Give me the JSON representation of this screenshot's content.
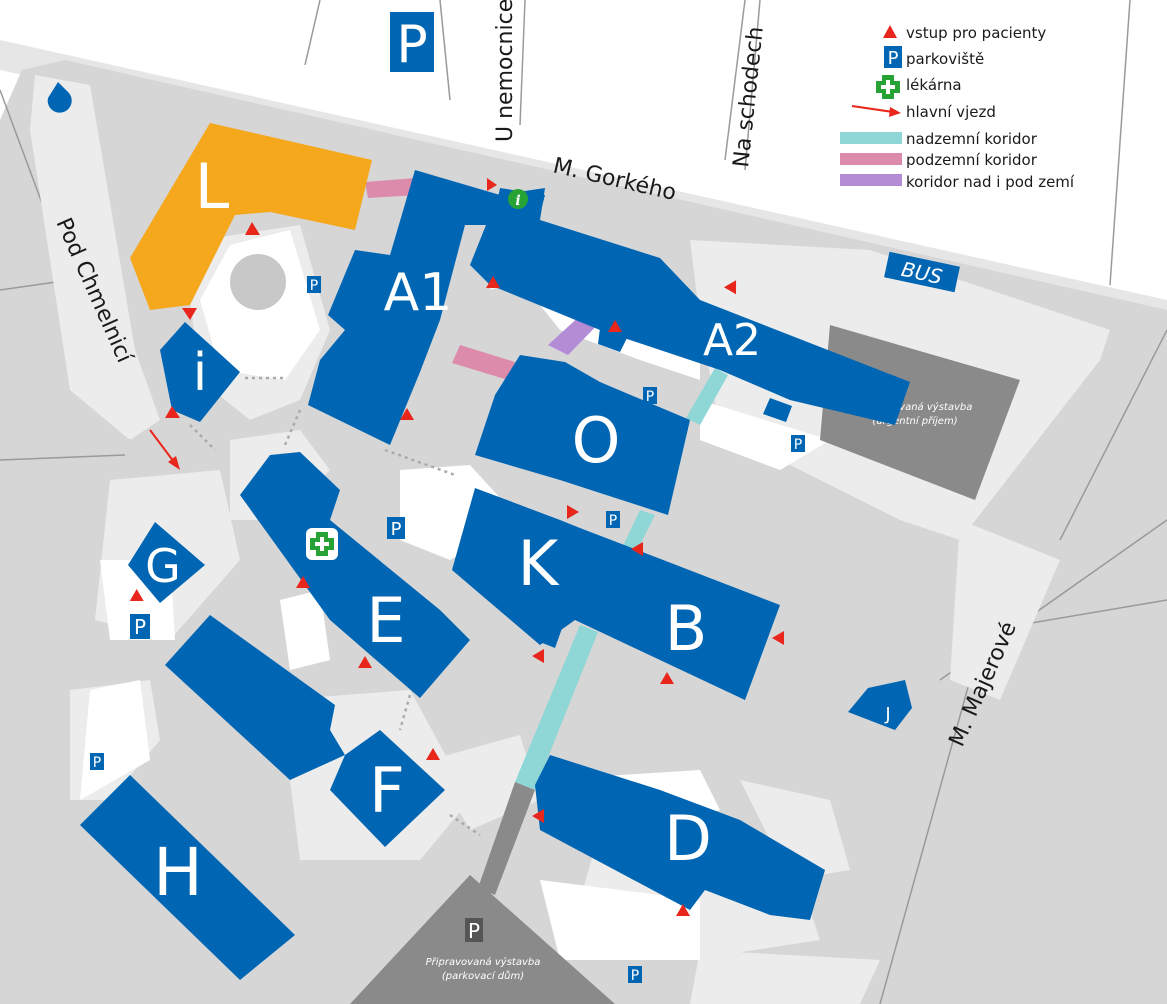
{
  "colors": {
    "building": "#0066b3",
    "building_l": "#f5a81c",
    "campus": "#c8c8c8",
    "path": "#e1e1e1",
    "planned": "#8a8a8a",
    "corridor_above": "#8fd6d6",
    "corridor_below": "#dc8caa",
    "corridor_both": "#b48cd6",
    "entrance": "#e8261c",
    "pharmacy": "#27a336"
  },
  "buildings": {
    "L": "L",
    "A1": "A1",
    "A2": "A2",
    "i": "i",
    "O": "O",
    "K": "K",
    "B": "B",
    "G": "G",
    "E": "E",
    "F": "F",
    "H": "H",
    "D": "D",
    "J": "J"
  },
  "streets": {
    "u_nemocnice": "U nemocnice",
    "na_schodech": "Na schodech",
    "m_gorkeho": "M. Gorkého",
    "pod_chmelnici": "Pod Chmelnicí",
    "m_majerove": "M. Majerové"
  },
  "legend": {
    "entrance": "vstup pro pacienty",
    "parking": "parkoviště",
    "pharmacy": "lékárna",
    "main_entry": "hlavní vjezd",
    "corridor_above": "nadzemní koridor",
    "corridor_below": "podzemní koridor",
    "corridor_both": "koridor nad i pod zemí"
  },
  "labels": {
    "bus": "BUS",
    "parking_letter": "P",
    "info_letter": "i",
    "planned_urgent_1": "Připravovaná výstavba",
    "planned_urgent_2": "(urgentní příjem)",
    "planned_parking_1": "Připravovaná výstavba",
    "planned_parking_2": "(parkovací dům)"
  }
}
